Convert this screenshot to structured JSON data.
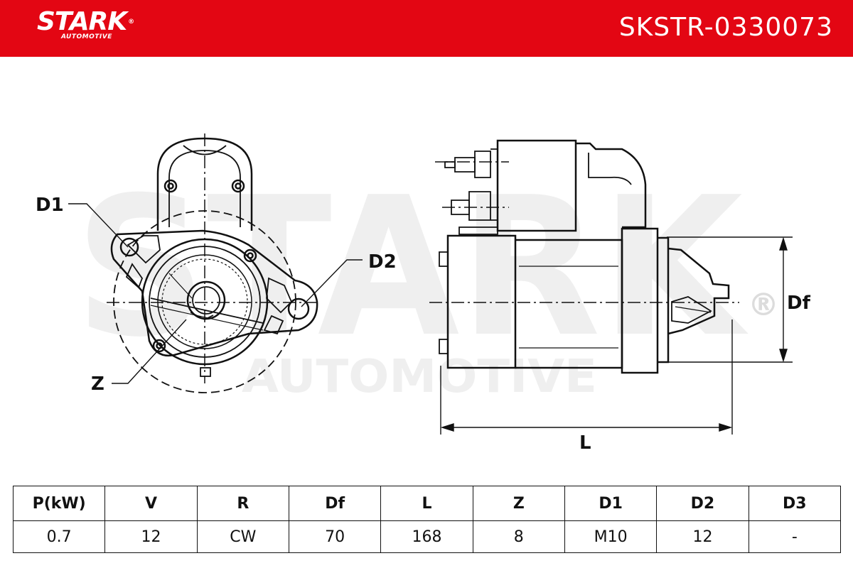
{
  "header": {
    "brand": "STARK",
    "brand_sub": "AUTOMOTIVE",
    "brand_registered": "®",
    "part_number": "SKSTR-0330073",
    "color": "#e30613"
  },
  "drawing": {
    "watermark_main": "STARK",
    "watermark_sub": "AUTOMOTIVE",
    "watermark_registered": "®",
    "labels": {
      "d1": "D1",
      "d2": "D2",
      "z": "Z",
      "df": "Df",
      "l": "L"
    }
  },
  "spec_table": {
    "headers": [
      "P(kW)",
      "V",
      "R",
      "Df",
      "L",
      "Z",
      "D1",
      "D2",
      "D3"
    ],
    "values": [
      "0.7",
      "12",
      "CW",
      "70",
      "168",
      "8",
      "M10",
      "12",
      "-"
    ]
  }
}
